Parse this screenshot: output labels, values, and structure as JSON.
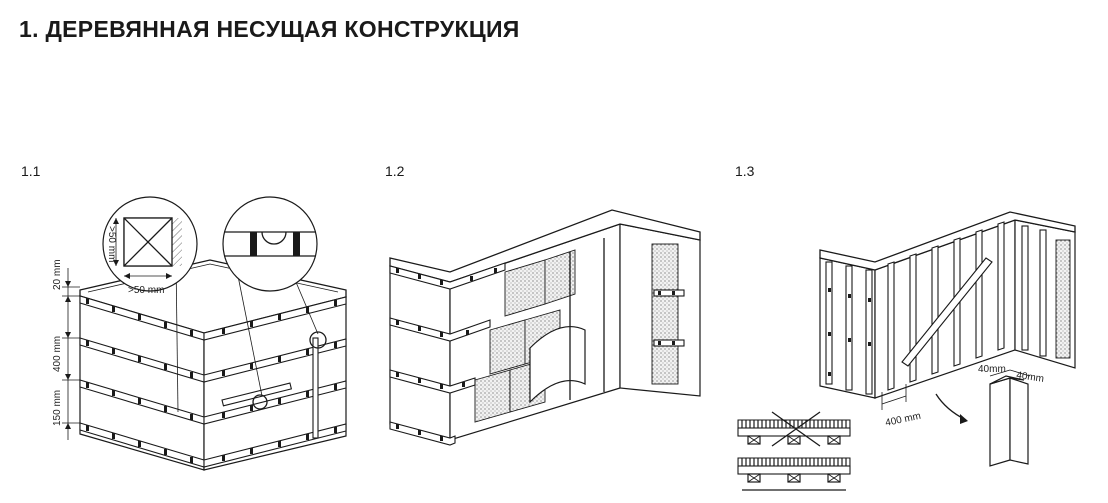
{
  "title": "1. ДЕРЕВЯННАЯ НЕСУЩАЯ КОНСТРУКЦИЯ",
  "steps": [
    {
      "number": "1.1"
    },
    {
      "number": "1.2"
    },
    {
      "number": "1.3"
    }
  ],
  "dimensions": {
    "gap_top": "20 mm",
    "spacing": "400 mm",
    "bottom_gap": "150 mm",
    "section_min_h": ">50 mm",
    "section_min_w": ">50 mm",
    "stud_spacing": "400 mm",
    "corner_a": "40mm",
    "corner_b": "40mm"
  }
}
